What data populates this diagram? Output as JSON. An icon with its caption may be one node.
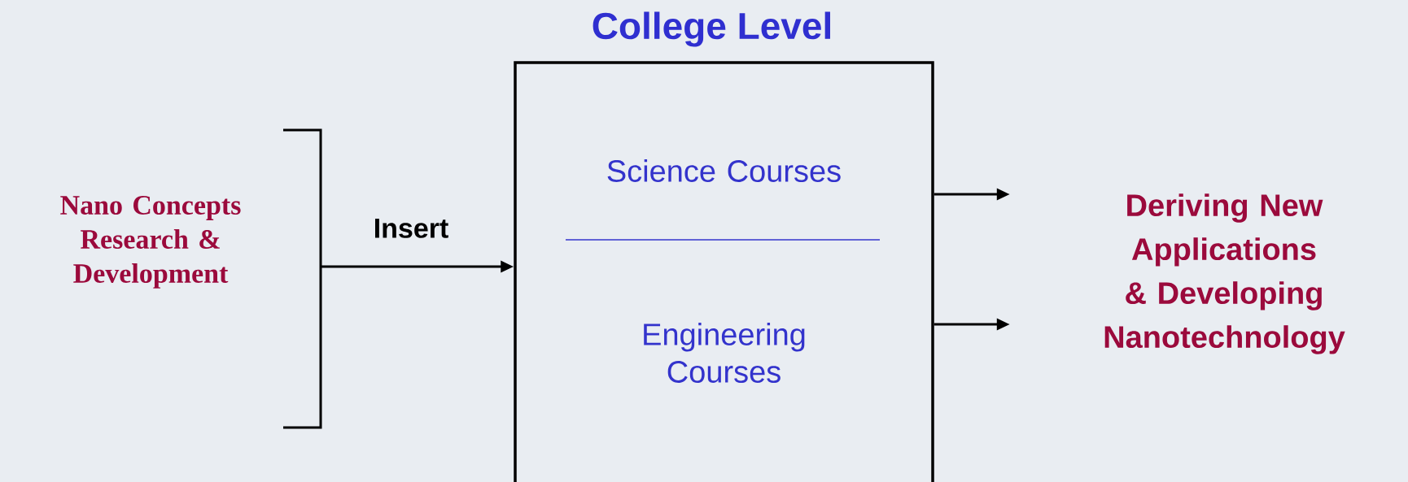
{
  "diagram": {
    "nodes": [
      {
        "text": [
          "Nano Concepts Research & Development"
        ]
      },
      {
        "text": [
          "College Level"
        ]
      },
      {
        "text": [
          "Science Courses"
        ],
        "in": 1
      },
      {
        "text": [
          "Engineering Courses"
        ],
        "in": 1
      },
      {
        "text": [
          "Deriving New Applications & Developing Nanotechnology"
        ]
      }
    ],
    "edges": [
      {
        "from": 0,
        "to": 1,
        "arrow": "to",
        "label": "Insert"
      },
      {
        "from": 1,
        "to": 4,
        "arrow": "to"
      },
      {
        "from": 1,
        "to": 4,
        "arrow": "to"
      }
    ]
  }
}
